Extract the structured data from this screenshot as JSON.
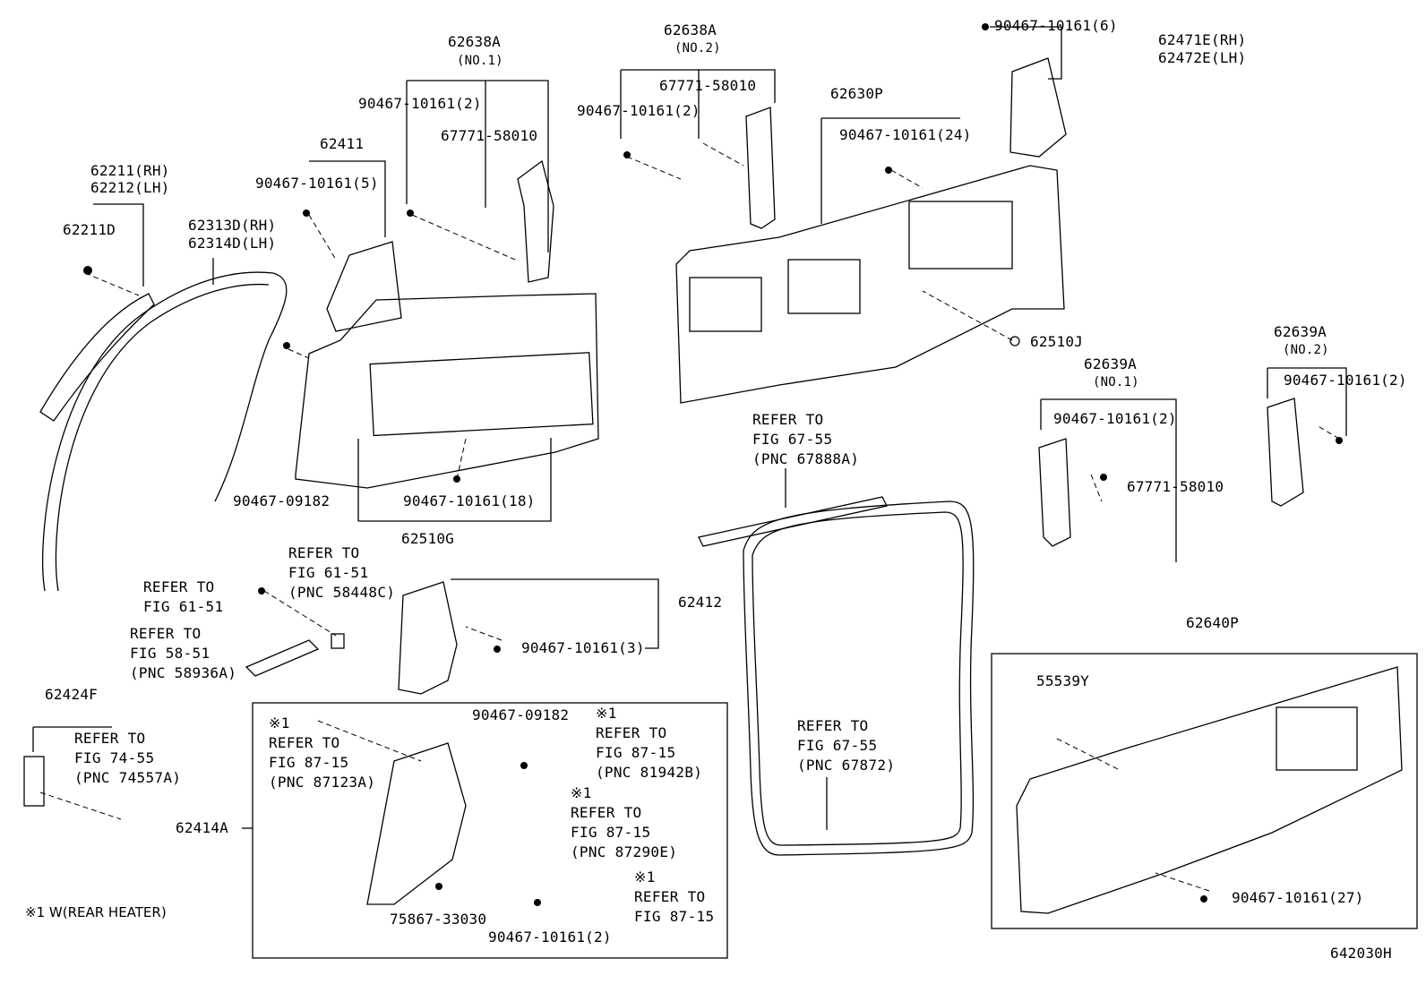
{
  "diagram_code": "642030H",
  "footnote": "※1 W(REAR HEATER)",
  "labels": {
    "p62638A_1": "62638A",
    "p62638A_1_sub": "(NO.1)",
    "p62638A_2": "62638A",
    "p62638A_2_sub": "(NO.2)",
    "p90467_6": "90467-10161(6)",
    "p62471E": "62471E(RH)",
    "p62472E": "62472E(LH)",
    "p67771_a": "67771-58010",
    "p90467_2_a": "90467-10161(2)",
    "p90467_2_b": "90467-10161(2)",
    "p67771_b": "67771-58010",
    "p62630P": "62630P",
    "p90467_24": "90467-10161(24)",
    "p62411": "62411",
    "p90467_5": "90467-10161(5)",
    "p62211": "62211(RH)",
    "p62212": "62212(LH)",
    "p62211D": "62211D",
    "p62313D": "62313D(RH)",
    "p62314D": "62314D(LH)",
    "p62510J": "62510J",
    "p62639A_2": "62639A",
    "p62639A_2_sub": "(NO.2)",
    "p62639A_1": "62639A",
    "p62639A_1_sub": "(NO.1)",
    "p90467_2_c": "90467-10161(2)",
    "p90467_2_d": "90467-10161(2)",
    "p67771_c": "67771-58010",
    "p90467_09182_a": "90467-09182",
    "p90467_18": "90467-10161(18)",
    "p62510G": "62510G",
    "p62412": "62412",
    "p90467_3": "90467-10161(3)",
    "p62640P": "62640P",
    "p55539Y": "55539Y",
    "p90467_27": "90467-10161(27)",
    "p62424F": "62424F",
    "p62414A": "62414A",
    "p90467_09182_b": "90467-09182",
    "p75867": "75867-33030",
    "p90467_2_e": "90467-10161(2)"
  },
  "refs": {
    "r_67888A": "REFER TO\nFIG 67-55\n(PNC 67888A)",
    "r_58448C": "REFER TO\nFIG 61-51\n(PNC 58448C)",
    "r_61_51": "REFER TO\nFIG 61-51",
    "r_58936A": "REFER TO\nFIG 58-51\n(PNC 58936A)",
    "r_74557A": "REFER TO\nFIG 74-55\n(PNC 74557A)",
    "r_87123A": "※1\nREFER TO\nFIG 87-15\n(PNC 87123A)",
    "r_81942B": "※1\nREFER TO\nFIG 87-15\n(PNC 81942B)",
    "r_87290E": "※1\nREFER TO\nFIG 87-15\n(PNC 87290E)",
    "r_87_15": "※1\nREFER TO\nFIG 87-15",
    "r_67872": "REFER TO\nFIG 67-55\n(PNC 67872)"
  }
}
